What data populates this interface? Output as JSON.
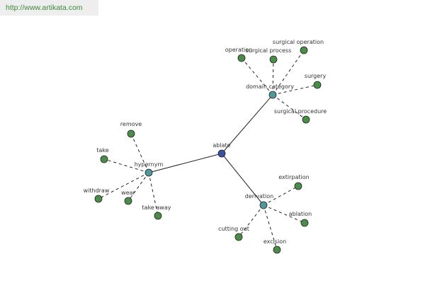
{
  "watermark": {
    "url": "http://www.artikata.com"
  },
  "colors": {
    "root": "#3d4fa0",
    "category": "#4e9a98",
    "leaf": "#4a8c4a",
    "edge": "#222222",
    "text": "#333333",
    "watermark": "#3a8a3a"
  },
  "graph": {
    "root": {
      "id": "ablate",
      "label": "ablate"
    },
    "categories": [
      {
        "id": "hypernym",
        "label": "hypernym",
        "words": [
          {
            "id": "remove",
            "label": "remove"
          },
          {
            "id": "take",
            "label": "take"
          },
          {
            "id": "withdraw",
            "label": "withdraw"
          },
          {
            "id": "wear",
            "label": "wear"
          },
          {
            "id": "take-away",
            "label": "take away"
          }
        ]
      },
      {
        "id": "domain-category",
        "label": "domain category",
        "words": [
          {
            "id": "operation",
            "label": "operation"
          },
          {
            "id": "surgical-process",
            "label": "surgical process"
          },
          {
            "id": "surgical-operation",
            "label": "surgical operation"
          },
          {
            "id": "surgery",
            "label": "surgery"
          },
          {
            "id": "surgical-procedure",
            "label": "surgical procedure"
          }
        ]
      },
      {
        "id": "derivation",
        "label": "derivation",
        "words": [
          {
            "id": "extirpation",
            "label": "extirpation"
          },
          {
            "id": "ablation",
            "label": "ablation"
          },
          {
            "id": "excision",
            "label": "excision"
          },
          {
            "id": "cutting-out",
            "label": "cutting out"
          }
        ]
      }
    ]
  }
}
